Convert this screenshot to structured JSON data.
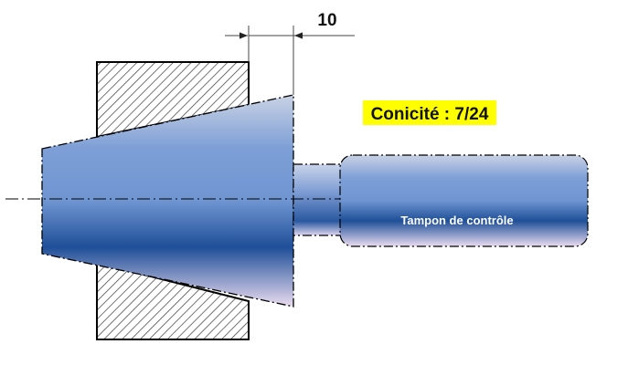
{
  "dimension": {
    "value": "10"
  },
  "conicity": {
    "label": "Conicité : 7/24",
    "highlight_color": "#ffff00"
  },
  "gauge": {
    "label": "Tampon de contrôle"
  },
  "colors": {
    "hatch": "#333333",
    "outline": "#000000",
    "body_top": "#b8cbe6",
    "body_mid": "#2d65b4",
    "body_bottom": "#e4d8ee"
  }
}
